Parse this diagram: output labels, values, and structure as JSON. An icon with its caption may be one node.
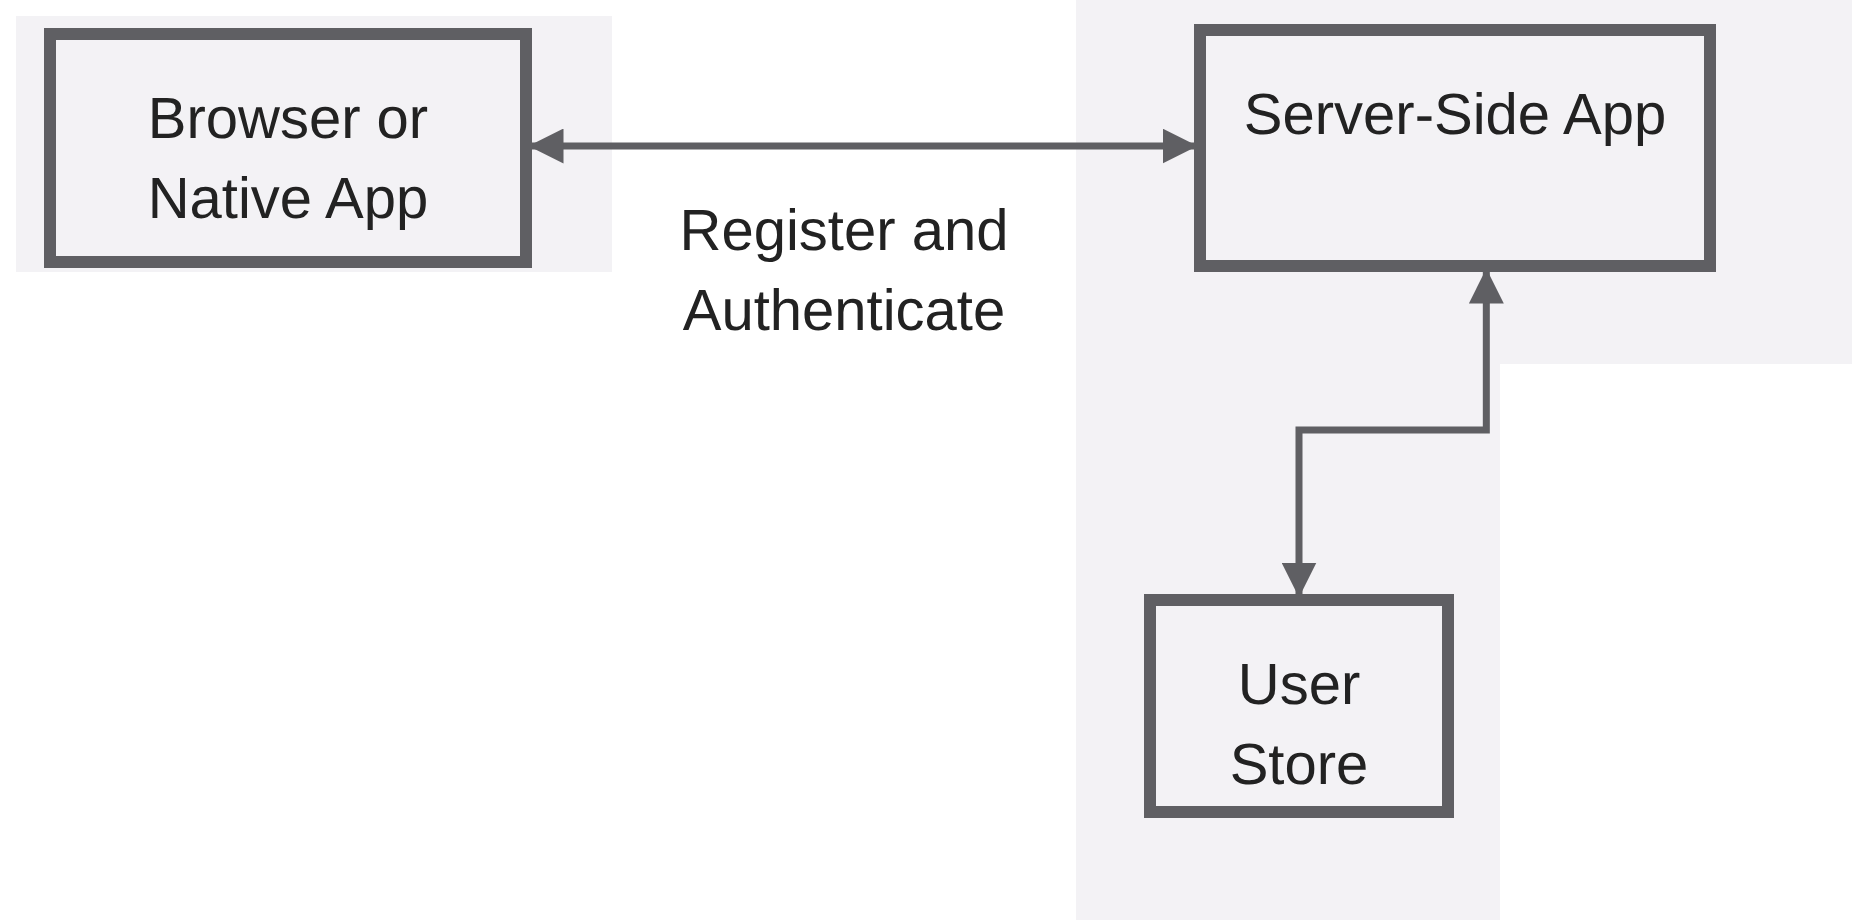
{
  "diagram": {
    "nodes": [
      {
        "text": [
          "Browser or Native App"
        ]
      },
      {
        "text": [
          "Server-Side App"
        ]
      },
      {
        "text": [
          "User Store"
        ]
      }
    ],
    "edges": [
      {
        "from": 0,
        "to": 1,
        "arrow": "both",
        "label": "Register and Authenticate"
      },
      {
        "from": 1,
        "to": 2,
        "arrow": "both"
      }
    ]
  }
}
